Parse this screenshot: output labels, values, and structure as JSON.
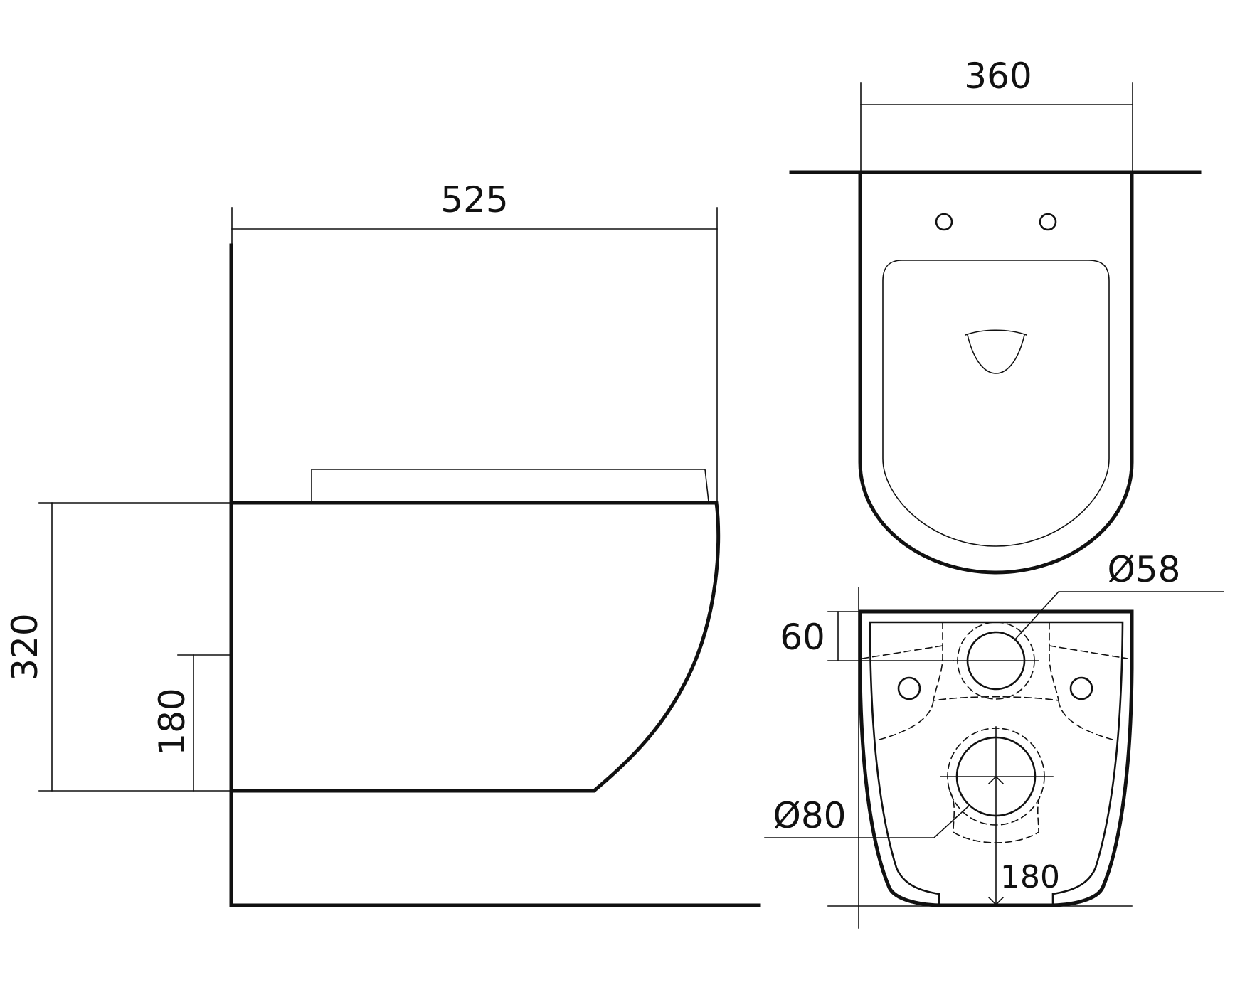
{
  "side_view": {
    "width_label": "525",
    "height_label": "320",
    "inlet_height_label": "180"
  },
  "top_view": {
    "width_label": "360"
  },
  "rear_view": {
    "top_offset_label": "60",
    "inlet_diameter_label": "Ø58",
    "outlet_diameter_label": "Ø80",
    "outlet_height_label": "180"
  },
  "colors": {
    "line": "#111111",
    "background": "#ffffff"
  }
}
